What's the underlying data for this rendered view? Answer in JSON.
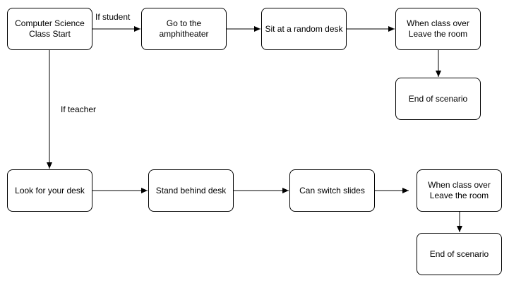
{
  "nodes": {
    "cs_start": "Computer Science\nClass Start",
    "amphitheater": "Go to the\namphitheater",
    "random_desk": "Sit at a random desk",
    "student_leave": "When class over\nLeave the room",
    "student_end": "End of scenario",
    "find_desk": "Look for your desk",
    "stand_desk": "Stand behind desk",
    "switch_slides": "Can switch slides",
    "teacher_leave": "When class over\nLeave the room",
    "teacher_end": "End of scenario"
  },
  "edge_labels": {
    "if_student": "If student",
    "if_teacher": "If teacher"
  },
  "colors": {
    "stroke": "#000000",
    "fill": "#ffffff"
  }
}
